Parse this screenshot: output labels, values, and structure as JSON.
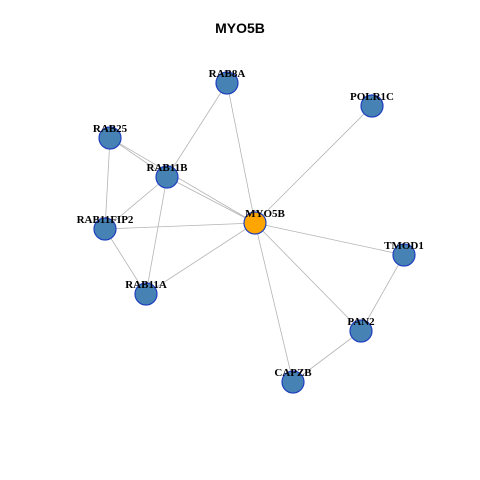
{
  "title": "MYO5B",
  "colors": {
    "node_default": "#4682b4",
    "node_focus": "#ffa500",
    "node_stroke": "#1f3fbf",
    "edge": "#b4b4b4"
  },
  "nodes": [
    {
      "id": "MYO5B",
      "label": "MYO5B",
      "focus": true
    },
    {
      "id": "RAB8A",
      "label": "RAB8A"
    },
    {
      "id": "POLR1C",
      "label": "POLR1C"
    },
    {
      "id": "RAB25",
      "label": "RAB25"
    },
    {
      "id": "RAB11B",
      "label": "RAB11B"
    },
    {
      "id": "RAB11FIP2",
      "label": "RAB11FIP2"
    },
    {
      "id": "TMOD1",
      "label": "TMOD1"
    },
    {
      "id": "RAB11A",
      "label": "RAB11A"
    },
    {
      "id": "PAN2",
      "label": "PAN2"
    },
    {
      "id": "CAPZB",
      "label": "CAPZB"
    }
  ],
  "edges": [
    [
      "MYO5B",
      "RAB8A"
    ],
    [
      "MYO5B",
      "POLR1C"
    ],
    [
      "MYO5B",
      "RAB25"
    ],
    [
      "MYO5B",
      "RAB11B"
    ],
    [
      "MYO5B",
      "RAB11FIP2"
    ],
    [
      "MYO5B",
      "TMOD1"
    ],
    [
      "MYO5B",
      "RAB11A"
    ],
    [
      "MYO5B",
      "PAN2"
    ],
    [
      "MYO5B",
      "CAPZB"
    ],
    [
      "RAB8A",
      "RAB11B"
    ],
    [
      "RAB25",
      "RAB11B"
    ],
    [
      "RAB25",
      "RAB11FIP2"
    ],
    [
      "RAB11B",
      "RAB11FIP2"
    ],
    [
      "RAB11B",
      "RAB11A"
    ],
    [
      "RAB11FIP2",
      "RAB11A"
    ],
    [
      "TMOD1",
      "PAN2"
    ],
    [
      "PAN2",
      "CAPZB"
    ]
  ]
}
